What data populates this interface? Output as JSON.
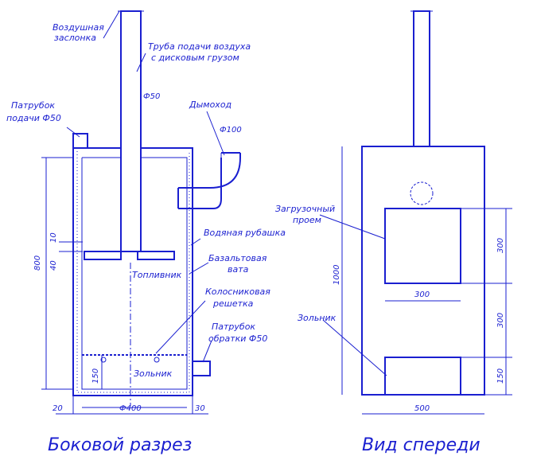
{
  "side_view": {
    "caption": "Боковой разрез",
    "labels": {
      "air_damper_1": "Воздушная",
      "air_damper_2": "заслонка",
      "air_pipe_1": "Труба подачи воздуха",
      "air_pipe_2": "с дисковым грузом",
      "inlet_1": "Патрубок",
      "inlet_2": "подачи Ф50",
      "chimney": "Дымоход",
      "water_jacket": "Водяная рубашка",
      "basalt_1": "Базальтовая",
      "basalt_2": "вата",
      "firebox": "Топливник",
      "grate_1": "Колосниковая",
      "grate_2": "решетка",
      "return_1": "Патрубок",
      "return_2": "обратки Ф50",
      "ashpit": "Зольник"
    },
    "dims": {
      "pipe_dia": "Ф50",
      "chimney_dia": "Ф100",
      "height": "800",
      "d10": "10",
      "d40": "40",
      "d150": "150",
      "width": "Ф400",
      "left": "20",
      "right": "30"
    }
  },
  "front_view": {
    "caption": "Вид спереди",
    "labels": {
      "load_door_1": "Загрузочный",
      "load_door_2": "проем",
      "ash_door": "Зольник"
    },
    "dims": {
      "height": "1000",
      "door_w": "300",
      "door_h": "300",
      "gap": "300",
      "ash_h": "150",
      "width": "500"
    }
  },
  "colors": {
    "ink": "#1a1fd0"
  }
}
